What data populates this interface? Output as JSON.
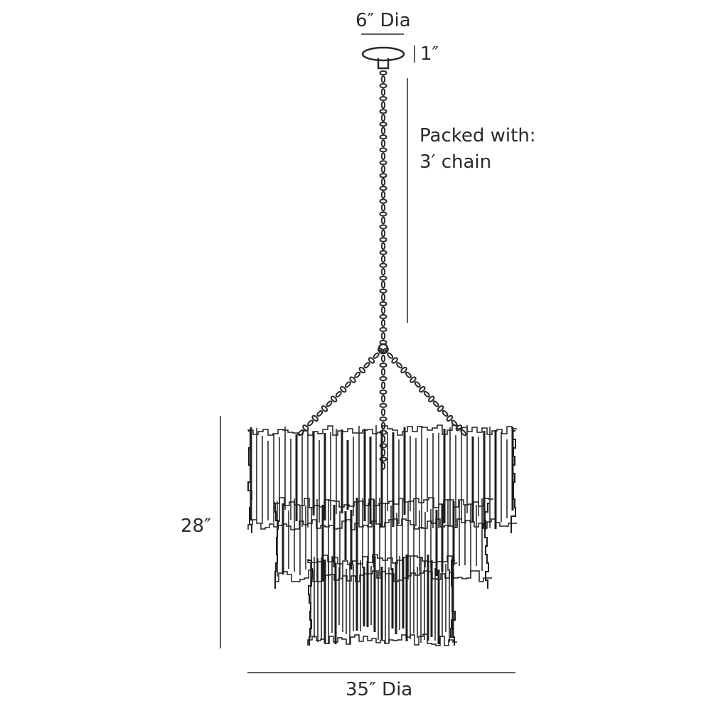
{
  "dimensions": {
    "canopy_diameter": "6″ Dia",
    "canopy_height": "1″",
    "overall_height": "28″",
    "overall_diameter": "35″ Dia"
  },
  "note": {
    "line1": "Packed with:",
    "line2": "3′ chain"
  },
  "colors": {
    "ink": "#2a2a2a",
    "background": "#ffffff"
  }
}
